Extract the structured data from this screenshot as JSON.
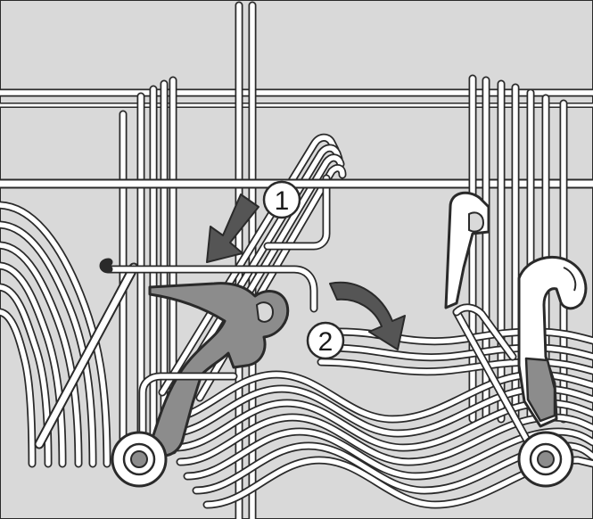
{
  "figure": {
    "background_color": "#d9d9d9",
    "wire_color": "#ffffff",
    "outline_color": "#2a2a2a",
    "part_color": "#8c8c8c",
    "arrow_color": "#555555"
  },
  "callouts": [
    {
      "id": "step-1",
      "label": "1"
    },
    {
      "id": "step-2",
      "label": "2"
    }
  ],
  "icons": {
    "step1_arrow": "arrow-down-left-icon",
    "step2_arrow": "curved-arrow-clockwise-icon"
  }
}
